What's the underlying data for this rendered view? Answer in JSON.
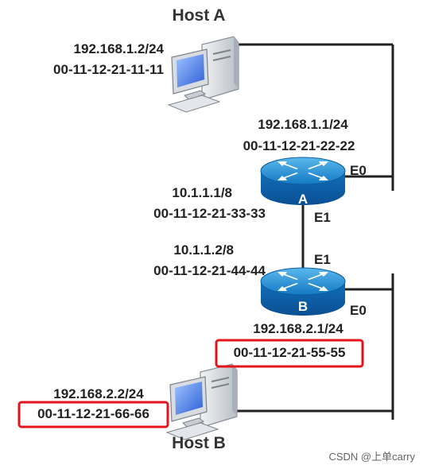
{
  "hosts": {
    "a": {
      "name": "Host A",
      "ip": "192.168.1.2/24",
      "mac": "00-11-12-21-11-11"
    },
    "b": {
      "name": "Host B",
      "ip": "192.168.2.2/24",
      "mac": "00-11-12-21-66-66"
    }
  },
  "routers": {
    "a": {
      "label": "A",
      "e0": {
        "name": "E0",
        "ip": "192.168.1.1/24",
        "mac": "00-11-12-21-22-22"
      },
      "e1": {
        "name": "E1",
        "ip": "10.1.1.1/8",
        "mac": "00-11-12-21-33-33"
      }
    },
    "b": {
      "label": "B",
      "e1": {
        "name": "E1",
        "ip": "10.1.1.2/8",
        "mac": "00-11-12-21-44-44"
      },
      "e0": {
        "name": "E0",
        "ip": "192.168.2.1/24",
        "mac": "00-11-12-21-55-55"
      }
    }
  },
  "watermark": "CSDN @上单carry",
  "colors": {
    "router_top": "#1c8fd1",
    "router_side": "#0a5ea8",
    "highlight": "#e3141b",
    "link": "#222222"
  }
}
